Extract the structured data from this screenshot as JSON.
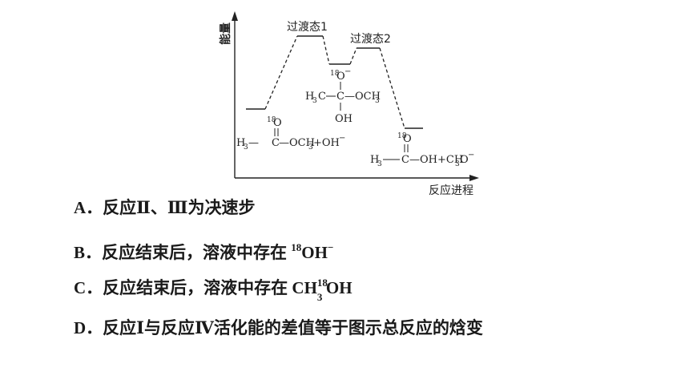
{
  "diagram": {
    "y_axis_label": "能量",
    "x_axis_label": "反应进程",
    "ts1_label": "过渡态1",
    "ts2_label": "过渡态2",
    "reactant": {
      "iso": "18",
      "o": "O",
      "left": "H",
      "left_sub": "3",
      "c_label": "C",
      "bond": "—",
      "right": "—OCH",
      "right_sub": "3",
      "plus": "+OH",
      "charge": "−"
    },
    "intermediate": {
      "iso": "18",
      "o": "O",
      "charge": "−",
      "left": "H",
      "left_sub": "3",
      "c1": "C",
      "c2": "C",
      "right": "—OCH",
      "right_sub": "3",
      "oh": "OH"
    },
    "product": {
      "iso": "18",
      "o": "O",
      "left": "H",
      "left_sub": "3",
      "c": "C",
      "right": "—OH+CH",
      "right_sub": "3",
      "tail": "O",
      "charge": "−"
    }
  },
  "options": [
    {
      "letter": "A．",
      "text": "反应Ⅱ、Ⅲ为决速步"
    },
    {
      "letter": "B．",
      "text": "反应结束后，溶液中存在 ",
      "sup": "18",
      "tail": "OH",
      "tail_sup": "−"
    },
    {
      "letter": "C．",
      "text": "反应结束后，溶液中存在 CH",
      "sub": "3",
      "sup": "18",
      "tail": "OH"
    },
    {
      "letter": "D．",
      "text": "反应Ⅰ与反应Ⅳ活化能的差值等于图示总反应的焓变"
    }
  ]
}
